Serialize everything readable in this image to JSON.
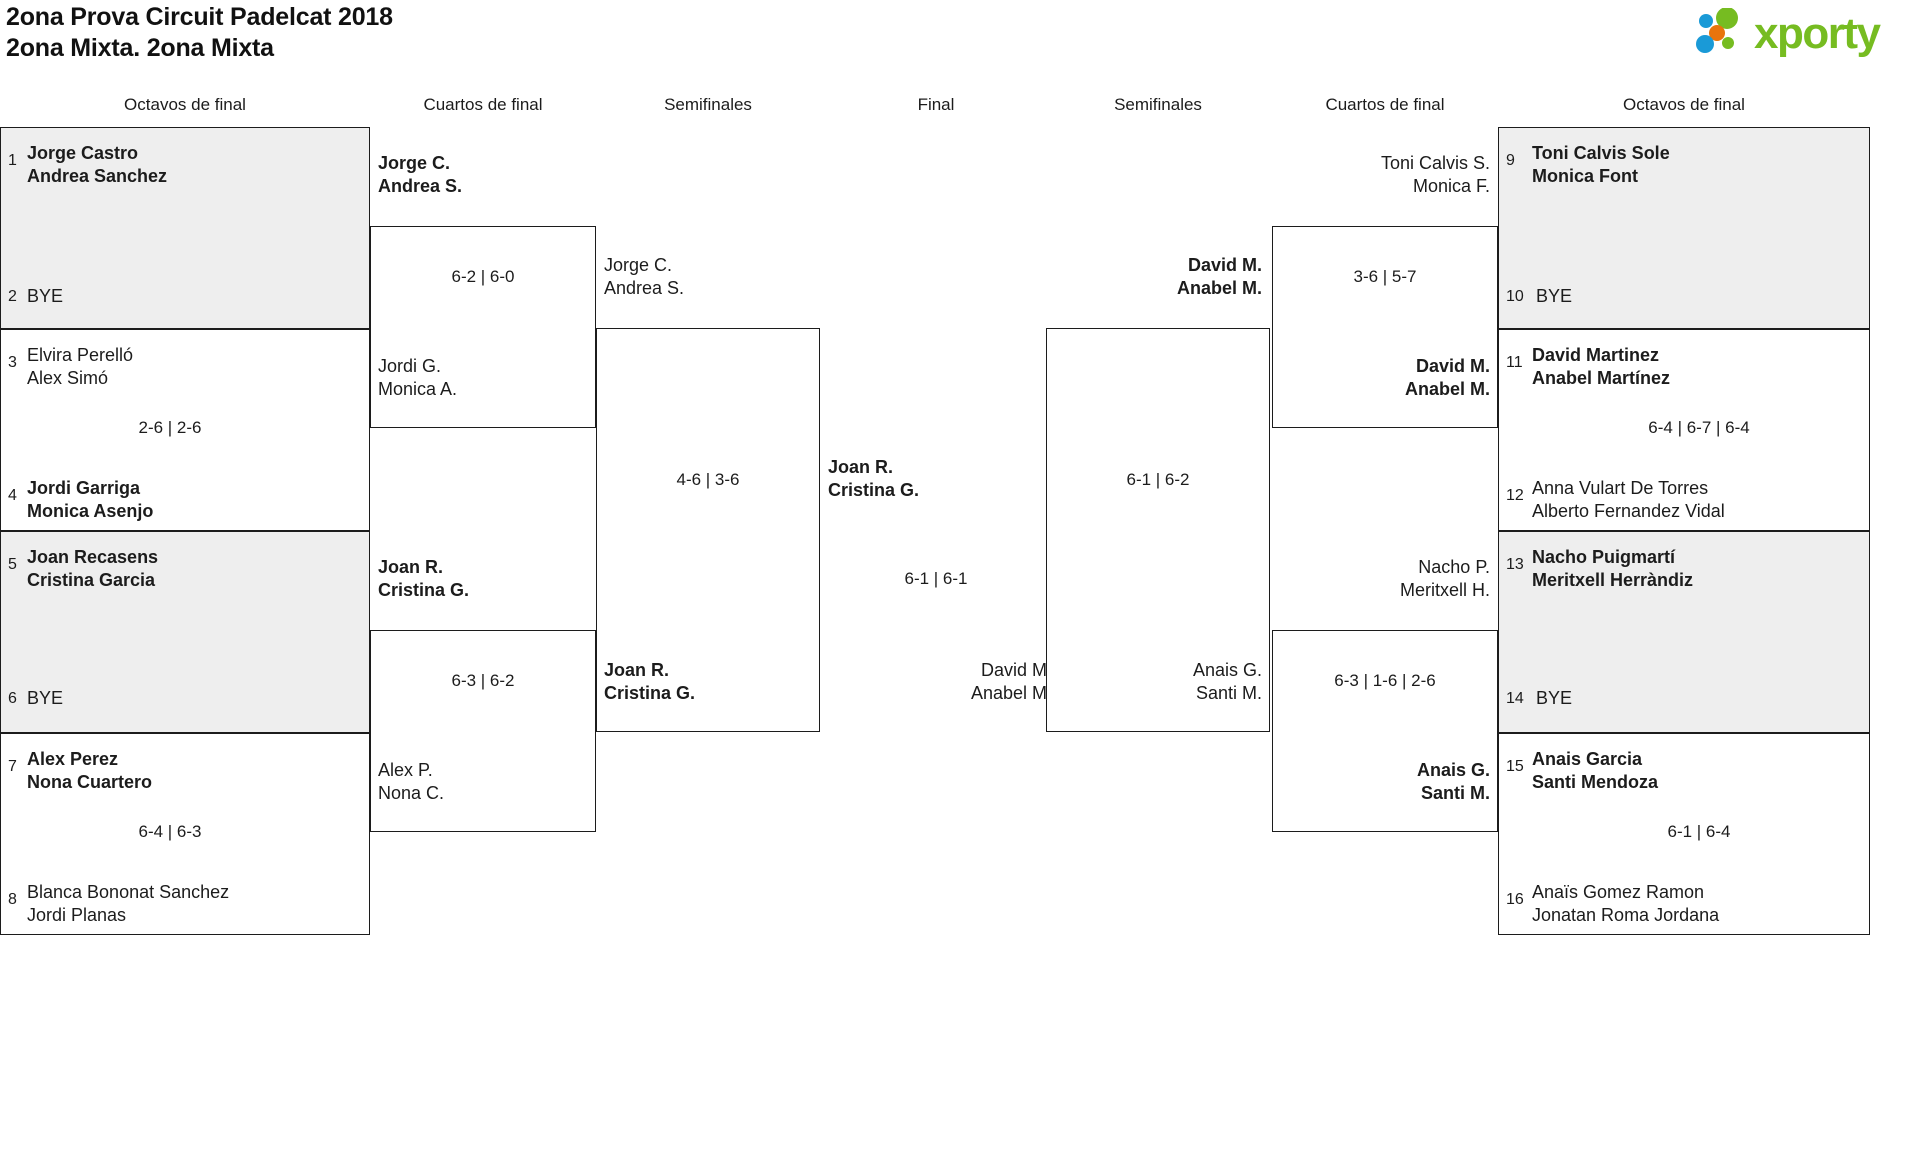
{
  "header": {
    "title_line1": "2ona Prova Circuit Padelcat 2018",
    "title_line2": "2ona Mixta. 2ona Mixta",
    "logo": {
      "word": "xporty",
      "dot_blue": "#1a9ad7",
      "dot_orange": "#e8740c",
      "dot_green": "#76bc21"
    }
  },
  "round_headers": {
    "left_r16": "Octavos de final",
    "left_qf": "Cuartos de final",
    "left_sf": "Semifinales",
    "final": "Final",
    "right_sf": "Semifinales",
    "right_qf": "Cuartos de final",
    "right_r16": "Octavos de final"
  },
  "left": {
    "r16": [
      {
        "seed_top": "1",
        "top_l1": "Jorge Castro",
        "top_l2": "Andrea Sanchez",
        "top_win": true,
        "seed_bot": "2",
        "bot_l1": "BYE",
        "bot_l2": "",
        "bot_win": false,
        "score": "",
        "shaded": true
      },
      {
        "seed_top": "3",
        "top_l1": "Elvira Perelló",
        "top_l2": "Alex Simó",
        "top_win": false,
        "seed_bot": "4",
        "bot_l1": "Jordi Garriga",
        "bot_l2": "Monica Asenjo",
        "bot_win": true,
        "score": "2-6 | 2-6",
        "shaded": false
      },
      {
        "seed_top": "5",
        "top_l1": "Joan Recasens",
        "top_l2": "Cristina Garcia",
        "top_win": true,
        "seed_bot": "6",
        "bot_l1": "BYE",
        "bot_l2": "",
        "bot_win": false,
        "score": "",
        "shaded": true
      },
      {
        "seed_top": "7",
        "top_l1": "Alex Perez",
        "top_l2": "Nona Cuartero",
        "top_win": true,
        "seed_bot": "8",
        "bot_l1": "Blanca Bononat Sanchez",
        "bot_l2": "Jordi Planas",
        "bot_win": false,
        "score": "6-4 | 6-3",
        "shaded": false
      }
    ],
    "qf": [
      {
        "top_l1": "Jorge C.",
        "top_l2": "Andrea S.",
        "top_win": true,
        "bot_l1": "Jordi G.",
        "bot_l2": "Monica A.",
        "bot_win": false,
        "score": "6-2 | 6-0"
      },
      {
        "top_l1": "Joan R.",
        "top_l2": "Cristina G.",
        "top_win": true,
        "bot_l1": "Alex P.",
        "bot_l2": "Nona C.",
        "bot_win": false,
        "score": "6-3 | 6-2"
      }
    ],
    "sf": [
      {
        "top_l1": "Jorge C.",
        "top_l2": "Andrea S.",
        "top_win": false,
        "bot_l1": "Joan R.",
        "bot_l2": "Cristina G.",
        "bot_win": true,
        "score": "4-6 | 3-6"
      }
    ]
  },
  "final": {
    "top_l1": "Joan R.",
    "top_l2": "Cristina G.",
    "top_win": true,
    "bot_l1": "David M.",
    "bot_l2": "Anabel M.",
    "bot_win": false,
    "score": "6-1 | 6-1"
  },
  "right": {
    "sf": [
      {
        "top_l1": "David M.",
        "top_l2": "Anabel M.",
        "top_win": true,
        "bot_l1": "Anais G.",
        "bot_l2": "Santi M.",
        "bot_win": false,
        "score": "6-1 | 6-2"
      }
    ],
    "qf": [
      {
        "top_l1": "Toni Calvis S.",
        "top_l2": "Monica F.",
        "top_win": false,
        "bot_l1": "David M.",
        "bot_l2": "Anabel M.",
        "bot_win": true,
        "score": "3-6 | 5-7"
      },
      {
        "top_l1": "Nacho P.",
        "top_l2": "Meritxell H.",
        "top_win": false,
        "bot_l1": "Anais G.",
        "bot_l2": "Santi M.",
        "bot_win": true,
        "score": "6-3 | 1-6 | 2-6"
      }
    ],
    "r16": [
      {
        "seed_top": "9",
        "top_l1": "Toni Calvis Sole",
        "top_l2": "Monica Font",
        "top_win": true,
        "seed_bot": "10",
        "bot_l1": "BYE",
        "bot_l2": "",
        "bot_win": false,
        "score": "",
        "shaded": true
      },
      {
        "seed_top": "11",
        "top_l1": "David Martinez",
        "top_l2": "Anabel Martínez",
        "top_win": true,
        "seed_bot": "12",
        "bot_l1": "Anna Vulart De Torres",
        "bot_l2": "Alberto Fernandez Vidal",
        "bot_win": false,
        "score": "6-4 | 6-7 | 6-4",
        "shaded": false
      },
      {
        "seed_top": "13",
        "top_l1": "Nacho Puigmartí",
        "top_l2": "Meritxell Herràndiz",
        "top_win": true,
        "seed_bot": "14",
        "bot_l1": "BYE",
        "bot_l2": "",
        "bot_win": false,
        "score": "",
        "shaded": true
      },
      {
        "seed_top": "15",
        "top_l1": "Anais Garcia",
        "top_l2": "Santi Mendoza",
        "top_win": true,
        "seed_bot": "16",
        "bot_l1": "Anaïs Gomez Ramon",
        "bot_l2": "Jonatan Roma Jordana",
        "bot_win": false,
        "score": "6-1 | 6-4",
        "shaded": false
      }
    ]
  }
}
